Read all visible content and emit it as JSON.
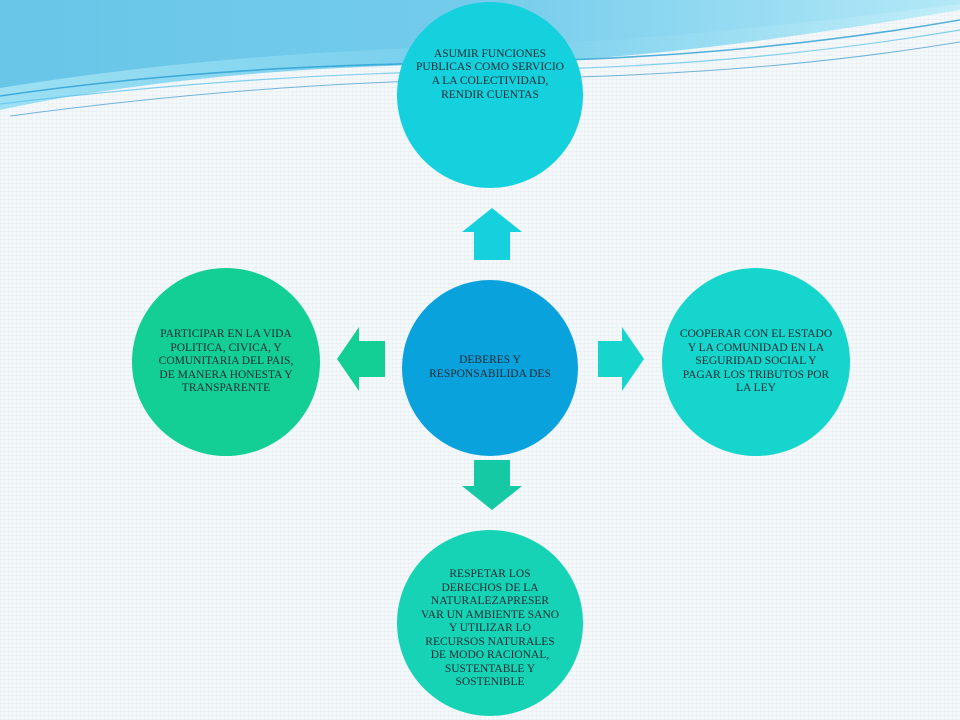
{
  "colors": {
    "background": "#f4f8fb",
    "center": "#0aa2dd",
    "top": "#15d0dd",
    "right": "#16d5cc",
    "bottom": "#17d3b5",
    "left": "#13cf96",
    "arrow_up": "#15d0dd",
    "arrow_right": "#16d5cc",
    "arrow_down": "#15c9a5",
    "arrow_left": "#13cf96",
    "wave": "#6fd0ee"
  },
  "diagram": {
    "center": {
      "text": "DEBERES Y RESPONSABILIDA DES"
    },
    "top": {
      "text": "ASUMIR FUNCIONES PUBLICAS COMO SERVICIO A LA COLECTIVIDAD, RENDIR CUENTAS"
    },
    "right": {
      "text": "COOPERAR CON EL ESTADO Y LA COMUNIDAD EN LA SEGURIDAD SOCIAL Y PAGAR LOS TRIBUTOS POR LA LEY"
    },
    "bottom": {
      "text": "RESPETAR LOS DERECHOS DE LA NATURALEZAPRESER VAR UN AMBIENTE SANO Y UTILIZAR LO RECURSOS NATURALES DE MODO RACIONAL, SUSTENTABLE Y SOSTENIBLE"
    },
    "left": {
      "text": "PARTICIPAR EN LA VIDA POLITICA, CIVICA, Y COMUNITARIA DEL PAIS, DE MANERA HONESTA Y TRANSPARENTE"
    },
    "arrows": [
      "arrow-up-icon",
      "arrow-right-icon",
      "arrow-down-icon",
      "arrow-left-icon"
    ],
    "decoration": "wave-swoosh"
  }
}
